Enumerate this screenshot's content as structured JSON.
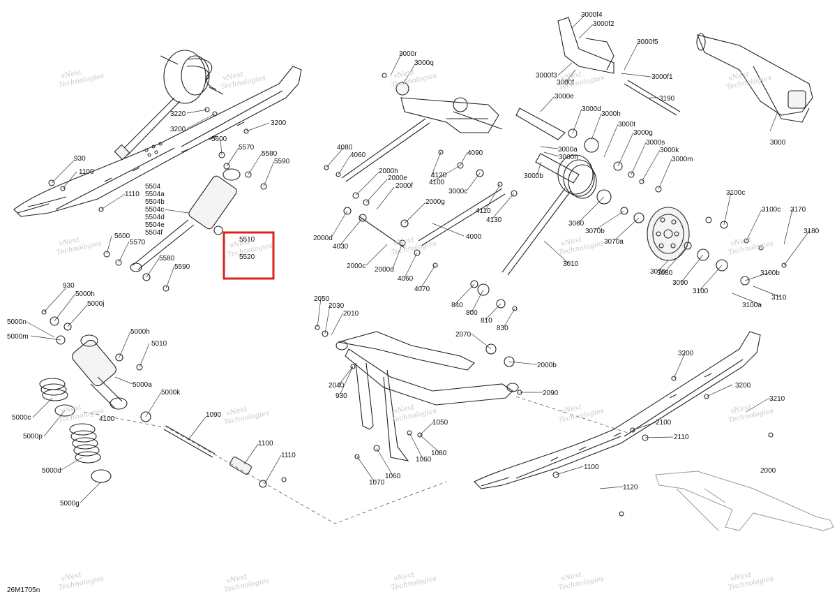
{
  "diagram": {
    "drawing_code": "26M1705n",
    "watermark": [
      "vNext",
      "Technologies"
    ],
    "highlight_parts": [
      "5510",
      "5520"
    ],
    "highlight_color": "#d9211e",
    "part_numbers": {
      "p5510": "5510",
      "p5520": "5520",
      "p3220": "3220",
      "p3200a": "3200",
      "p3200b": "3200",
      "p930a": "930",
      "p1100a": "1100",
      "p1110a": "1110",
      "p5600a": "5600",
      "p5570a": "5570",
      "p5580a": "5580",
      "p5590a": "5590",
      "p5504": "5504",
      "p5504a": "5504a",
      "p5504b": "5504b",
      "p5504c": "5504c",
      "p5504d": "5504d",
      "p5504e": "5504e",
      "p5504f": "5504f",
      "p5600b": "5600",
      "p5570b": "5570",
      "p5580b": "5580",
      "p5590b": "5590",
      "p930b": "930",
      "p5000h": "5000h",
      "p5000j": "5000j",
      "p5000n": "5000n",
      "p5000m": "5000m",
      "p5000h2": "5000h",
      "p5010": "5010",
      "p5000a": "5000a",
      "p5000k": "5000k",
      "p5000c": "5000c",
      "p4100": "4100",
      "p5000p": "5000p",
      "p5000d": "5000d",
      "p5000g": "5000g",
      "p1090": "1090",
      "p1100b": "1100",
      "p1110b": "1110",
      "p3000r": "3000r",
      "p3000q": "3000q",
      "p4080": "4080",
      "p4060a": "4060",
      "p2000h": "2000h",
      "p2000e": "2000e",
      "p2000f": "2000f",
      "p4120": "4120",
      "p4090": "4090",
      "p4100b": "4100",
      "p3000c": "3000c",
      "p2000g": "2000g",
      "p4110": "4110",
      "p4130": "4130",
      "p2000d": "2000d",
      "p4030": "4030",
      "p4000": "4000",
      "p2000c": "2000c",
      "p2000dd": "2000d",
      "p4060b": "4060",
      "p4070": "4070",
      "p3000f4": "3000f4",
      "p3000f2": "3000f2",
      "p3000f5": "3000f5",
      "p3000f3": "3000f3",
      "p3000f": "3000f",
      "p3000f1": "3000f1",
      "p3190": "3190",
      "p3000e": "3000e",
      "p3000d": "3000d",
      "p3000h": "3000h",
      "p3000t": "3000t",
      "p3000g": "3000g",
      "p3000s": "3000s",
      "p3000k": "3000k",
      "p3000m": "3000m",
      "p3000a": "3000a",
      "p3000n": "3000n",
      "p3000b": "3000b",
      "p3000": "3000",
      "p3100c": "3100c",
      "p3100c2": "3100c",
      "p3170": "3170",
      "p3180": "3180",
      "p3060": "3060",
      "p3070b": "3070b",
      "p3070a": "3070a",
      "p3010": "3010",
      "p3070": "3070",
      "p3080": "3080",
      "p3090": "3090",
      "p3100": "3100",
      "p3100b": "3100b",
      "p3110": "3110",
      "p3100a": "3100a",
      "p840": "840",
      "p800": "800",
      "p810": "810",
      "p830": "830",
      "p2050": "2050",
      "p2030": "2030",
      "p2010": "2010",
      "p2070": "2070",
      "p2000b": "2000b",
      "p2040": "2040",
      "p930c": "930",
      "p2090": "2090",
      "p1050": "1050",
      "p1080": "1080",
      "p1060a": "1060",
      "p1060b": "1060",
      "p1070": "1070",
      "p3200c": "3200",
      "p3200d": "3200",
      "p3210": "3210",
      "p2100": "2100",
      "p2110": "2110",
      "p1100c": "1100",
      "p1120": "1120",
      "p2000": "2000"
    }
  }
}
